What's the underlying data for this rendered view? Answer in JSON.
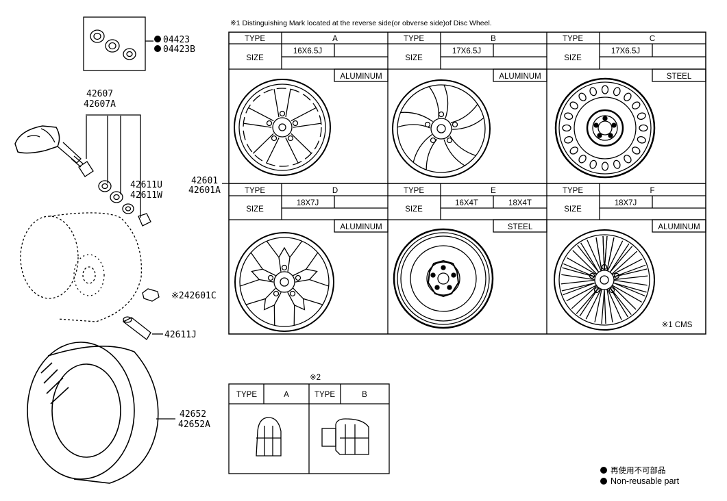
{
  "header_note": "※1 Distinguishing Mark located at the reverse side(or obverse side)of Disc Wheel.",
  "labels": {
    "type": "TYPE",
    "size": "SIZE"
  },
  "wheel_types": [
    {
      "type": "A",
      "size1": "16X6.5J",
      "size2": "",
      "material": "ALUMINUM",
      "icon": "alloy-wheel-5-spoke-icon"
    },
    {
      "type": "B",
      "size1": "17X6.5J",
      "size2": "",
      "material": "ALUMINUM",
      "icon": "alloy-wheel-10-spoke-icon"
    },
    {
      "type": "C",
      "size1": "17X6.5J",
      "size2": "",
      "material": "STEEL",
      "icon": "steel-wheel-icon"
    },
    {
      "type": "D",
      "size1": "18X7J",
      "size2": "",
      "material": "ALUMINUM",
      "icon": "alloy-wheel-y-spoke-icon"
    },
    {
      "type": "E",
      "size1": "16X4T",
      "size2": "18X4T",
      "material": "STEEL",
      "icon": "spare-wheel-icon"
    },
    {
      "type": "F",
      "size1": "18X7J",
      "size2": "",
      "material": "ALUMINUM",
      "icon": "alloy-wheel-multi-spoke-icon"
    }
  ],
  "cms_note": "※1 CMS",
  "part_numbers": {
    "cap_1": "04423",
    "cap_2": "04423B",
    "sensor_1": "42607",
    "sensor_2": "42607A",
    "nut_valve_1": "42611U",
    "nut_valve_2": "42611W",
    "wheel_1": "42601",
    "wheel_2": "42601A",
    "hub_nut": "※242601C",
    "valve": "42611J",
    "tire_1": "42652",
    "tire_2": "42652A"
  },
  "nut_table": {
    "marker": "※2",
    "types": [
      {
        "type": "A",
        "icon": "acorn-nut-icon"
      },
      {
        "type": "B",
        "icon": "flanged-nut-icon"
      }
    ]
  },
  "legend": [
    {
      "text": "再使用不可部品",
      "icon": "filled-dot-icon"
    },
    {
      "text": "Non-reusable part",
      "icon": "filled-dot-icon"
    }
  ]
}
